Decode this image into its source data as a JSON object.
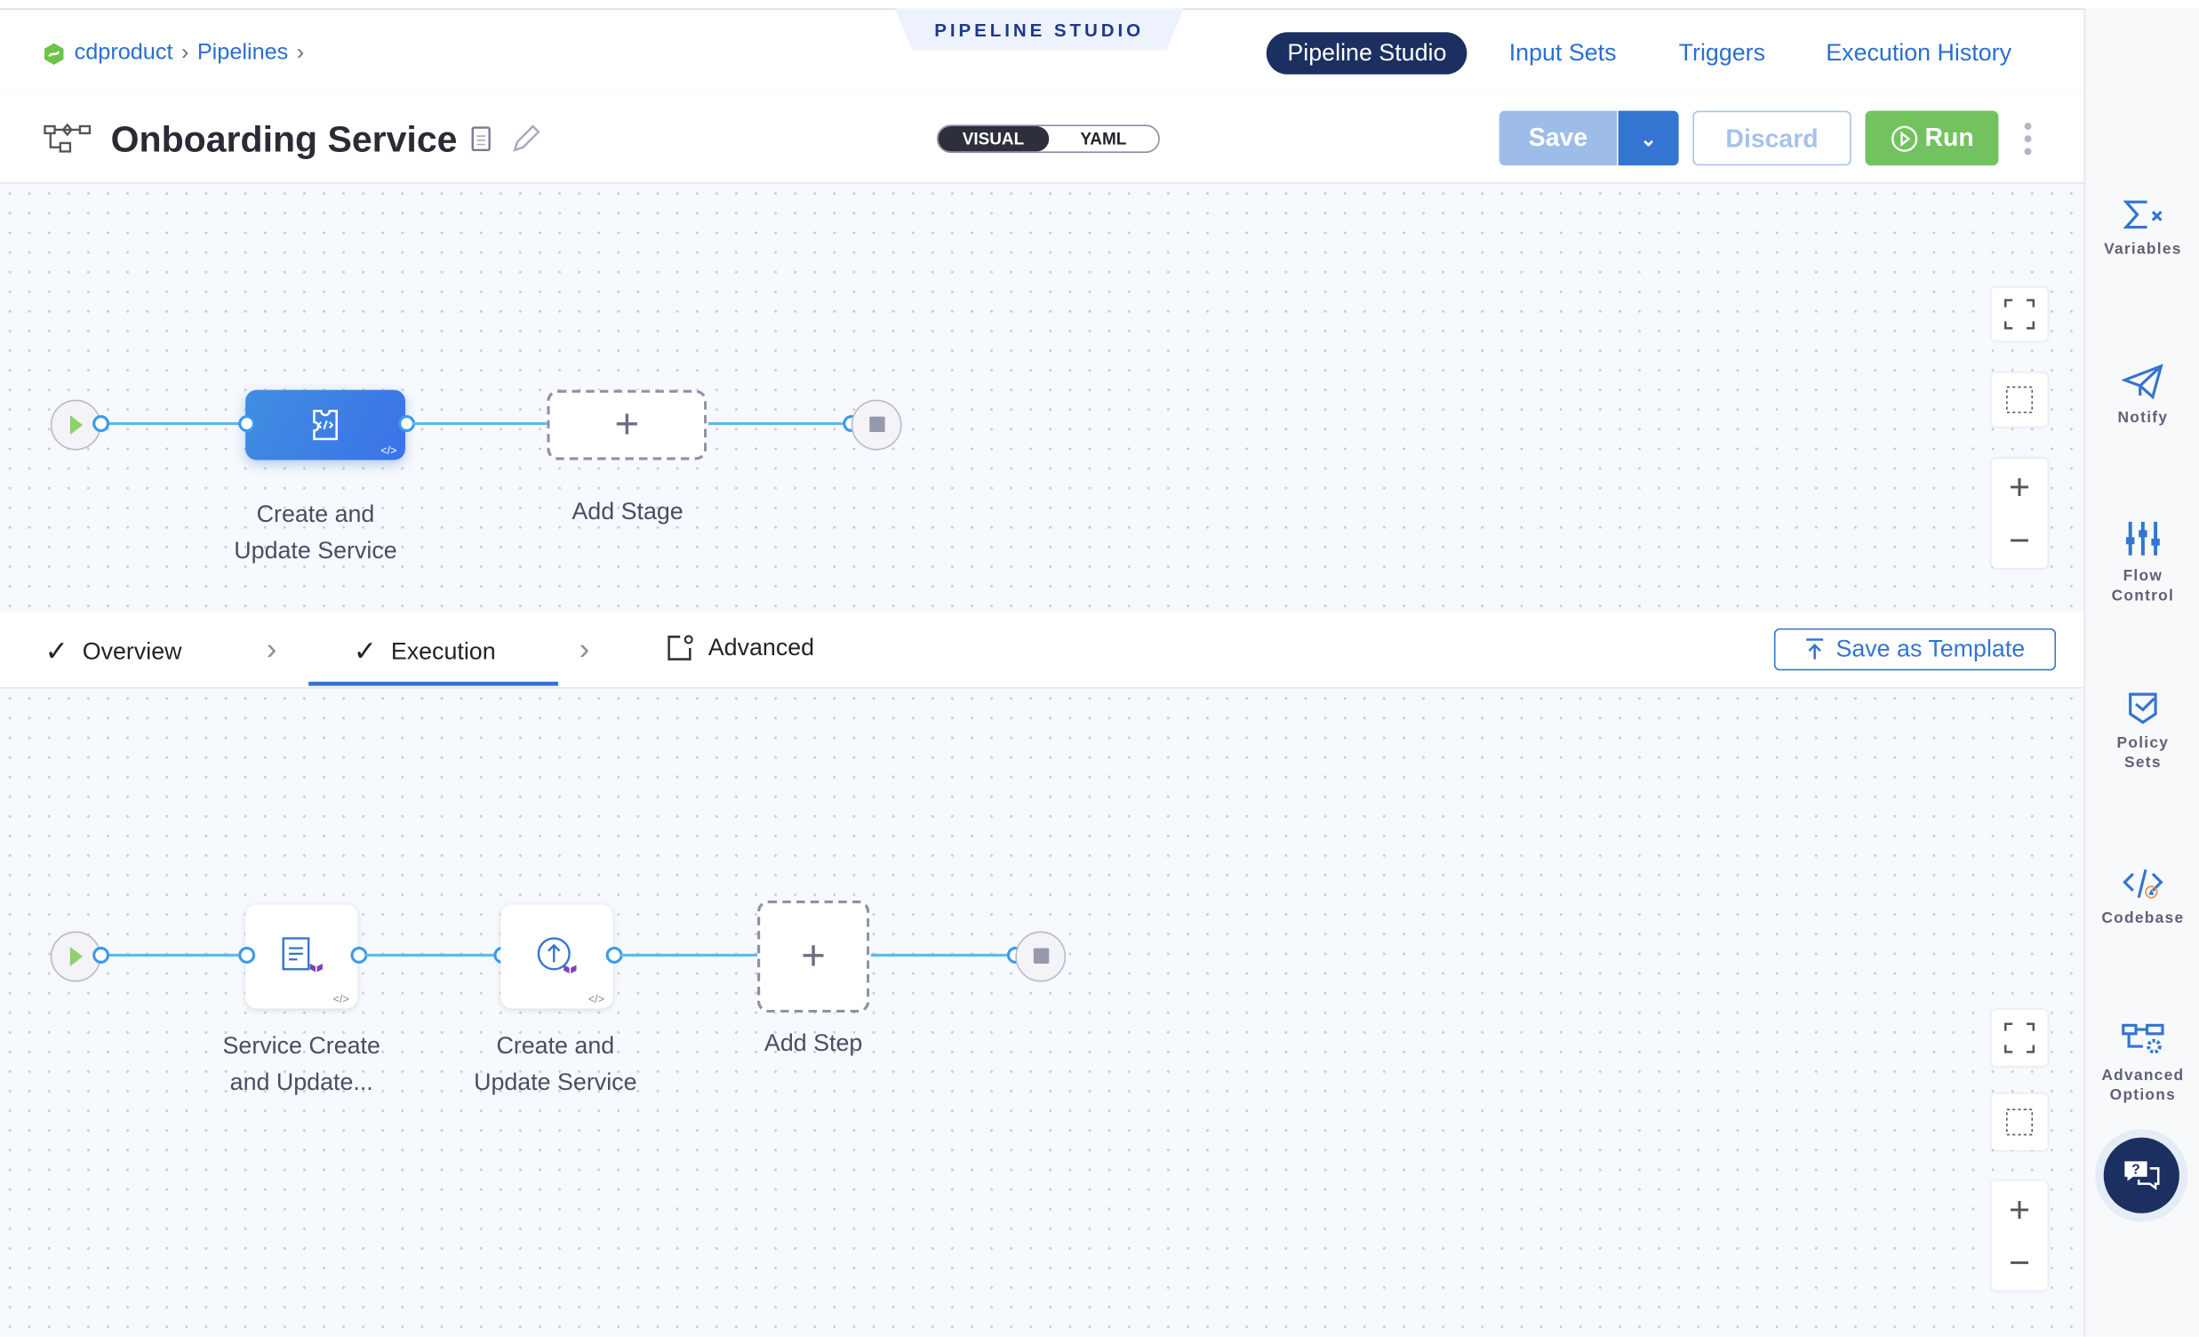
{
  "breadcrumb": {
    "items": [
      "cdproduct",
      "Pipelines"
    ]
  },
  "studio_label": "PIPELINE STUDIO",
  "nav": {
    "items": [
      "Pipeline Studio",
      "Input Sets",
      "Triggers",
      "Execution History"
    ],
    "active": "Pipeline Studio"
  },
  "pipeline": {
    "title": "Onboarding Service"
  },
  "view_toggle": {
    "options": [
      "VISUAL",
      "YAML"
    ],
    "selected": "VISUAL"
  },
  "actions": {
    "save": "Save",
    "discard": "Discard",
    "run": "Run"
  },
  "stage_graph": {
    "stages": [
      {
        "label": "Create and Update Service",
        "selected": true
      }
    ],
    "add_label": "Add Stage"
  },
  "stage_tabs": {
    "items": [
      "Overview",
      "Execution",
      "Advanced"
    ],
    "active": "Execution",
    "save_template": "Save as Template"
  },
  "step_graph": {
    "steps": [
      {
        "label_line1": "Service Create",
        "label_line2": "and Update..."
      },
      {
        "label_line1": "Create and",
        "label_line2": "Update Service"
      }
    ],
    "add_label": "Add Step"
  },
  "sidebar": {
    "items": [
      {
        "line1": "Variables"
      },
      {
        "line1": "Notify"
      },
      {
        "line1": "Flow",
        "line2": "Control"
      },
      {
        "line1": "Policy",
        "line2": "Sets"
      },
      {
        "line1": "Codebase"
      },
      {
        "line1": "Advanced",
        "line2": "Options"
      }
    ]
  },
  "colors": {
    "primary": "#2a6fd0",
    "navy": "#1b3060",
    "run": "#72c35f",
    "edge": "#5fb8f0"
  }
}
